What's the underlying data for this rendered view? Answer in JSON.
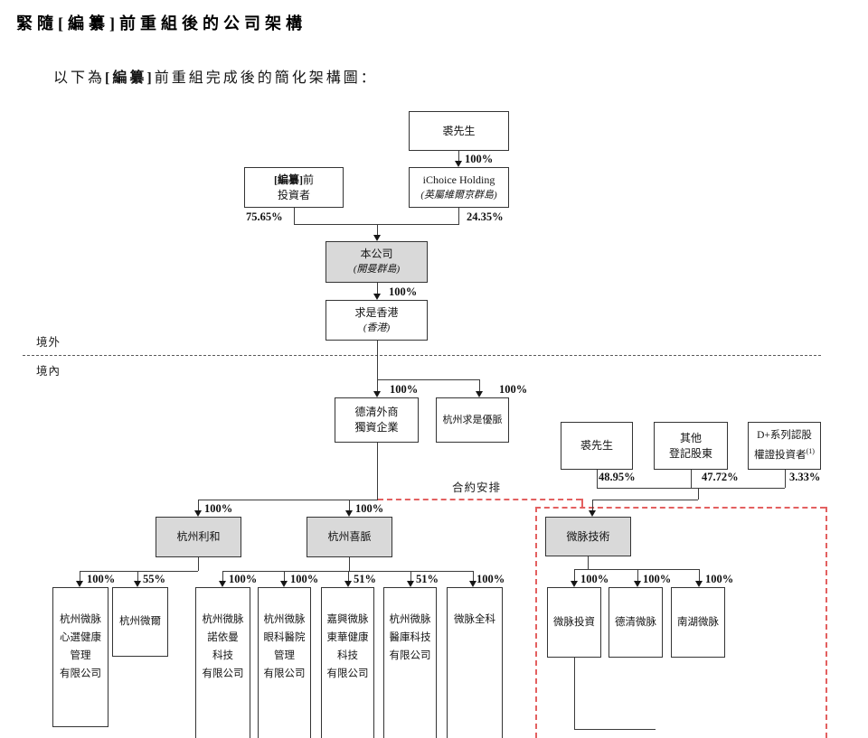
{
  "header": {
    "title": "緊隨[編纂]前重組後的公司架構",
    "subtitle_prefix": "以下為",
    "subtitle_redacted": "[編纂]",
    "subtitle_suffix": "前重組完成後的簡化架構圖："
  },
  "labels": {
    "offshore": "境外",
    "onshore": "境內",
    "contractual_arrangements": "合約安排"
  },
  "nodes": {
    "mr_qiu_top": {
      "l1": "裘先生"
    },
    "pre_ipo_investors": {
      "l1_redacted": "[編纂]",
      "l1_rest": "前",
      "l2": "投資者"
    },
    "ichoice_holding": {
      "l1": "iChoice Holding",
      "l2": "(英屬維爾京群島)"
    },
    "the_company": {
      "l1": "本公司",
      "l2": "(開曼群島)"
    },
    "qiushi_hk": {
      "l1": "求是香港",
      "l2": "(香港)"
    },
    "deqing_wfoe": {
      "l1": "德清外商",
      "l2": "獨資企業"
    },
    "hangzhou_qiushi_youmai": {
      "l1": "杭州求是優脈"
    },
    "mr_qiu_onshore": {
      "l1": "裘先生"
    },
    "other_registered_shareholders": {
      "l1": "其他",
      "l2": "登記股東"
    },
    "d_plus_warrant_investors": {
      "l1": "D+系列認股",
      "l2": "權證投資者",
      "sup": "(1)"
    },
    "hangzhou_lihe": {
      "l1": "杭州利和"
    },
    "hangzhou_ximai": {
      "l1": "杭州喜脈"
    },
    "weimai_technology": {
      "l1": "微脉技術"
    },
    "xinxuan_health": {
      "l1": "杭州微脉",
      "l2": "心選健康",
      "l3": "管理",
      "l4": "有限公司"
    },
    "hangzhou_weier": {
      "l1": "杭州微爾"
    },
    "nuoyiman_tech": {
      "l1": "杭州微脉",
      "l2": "諾依曼",
      "l3": "科技",
      "l4": "有限公司"
    },
    "eye_hospital_mgmt": {
      "l1": "杭州微脉",
      "l2": "眼科醫院",
      "l3": "管理",
      "l4": "有限公司"
    },
    "jiaxing_donghua": {
      "l1": "嘉興微脉",
      "l2": "東華健康",
      "l3": "科技",
      "l4": "有限公司"
    },
    "yiku_tech": {
      "l1": "杭州微脉",
      "l2": "醫庫科技",
      "l3": "有限公司"
    },
    "weimai_quanke": {
      "l1": "微脉全科"
    },
    "weimai_investment": {
      "l1": "微脉投資"
    },
    "deqing_weimai": {
      "l1": "德清微脉"
    },
    "nanhu_weimai": {
      "l1": "南湖微脉"
    }
  },
  "percentages": {
    "qiu_to_ichoice": "100%",
    "pre_ipo_investors": "75.65%",
    "ichoice_holding": "24.35%",
    "company_to_hk": "100%",
    "hk_to_wfoe": "100%",
    "hk_to_youmai": "100%",
    "qiu_in_weimai": "48.95%",
    "other_in_weimai": "47.72%",
    "dplus_in_weimai": "3.33%",
    "to_lihe": "100%",
    "to_ximai": "100%",
    "to_xinxuan": "100%",
    "to_weier": "55%",
    "to_nuoyiman": "100%",
    "to_yanke": "100%",
    "to_donghua": "51%",
    "to_yiku": "51%",
    "to_quanke": "100%",
    "to_invest": "100%",
    "to_deqing_weimai": "100%",
    "to_nanhu": "100%"
  }
}
